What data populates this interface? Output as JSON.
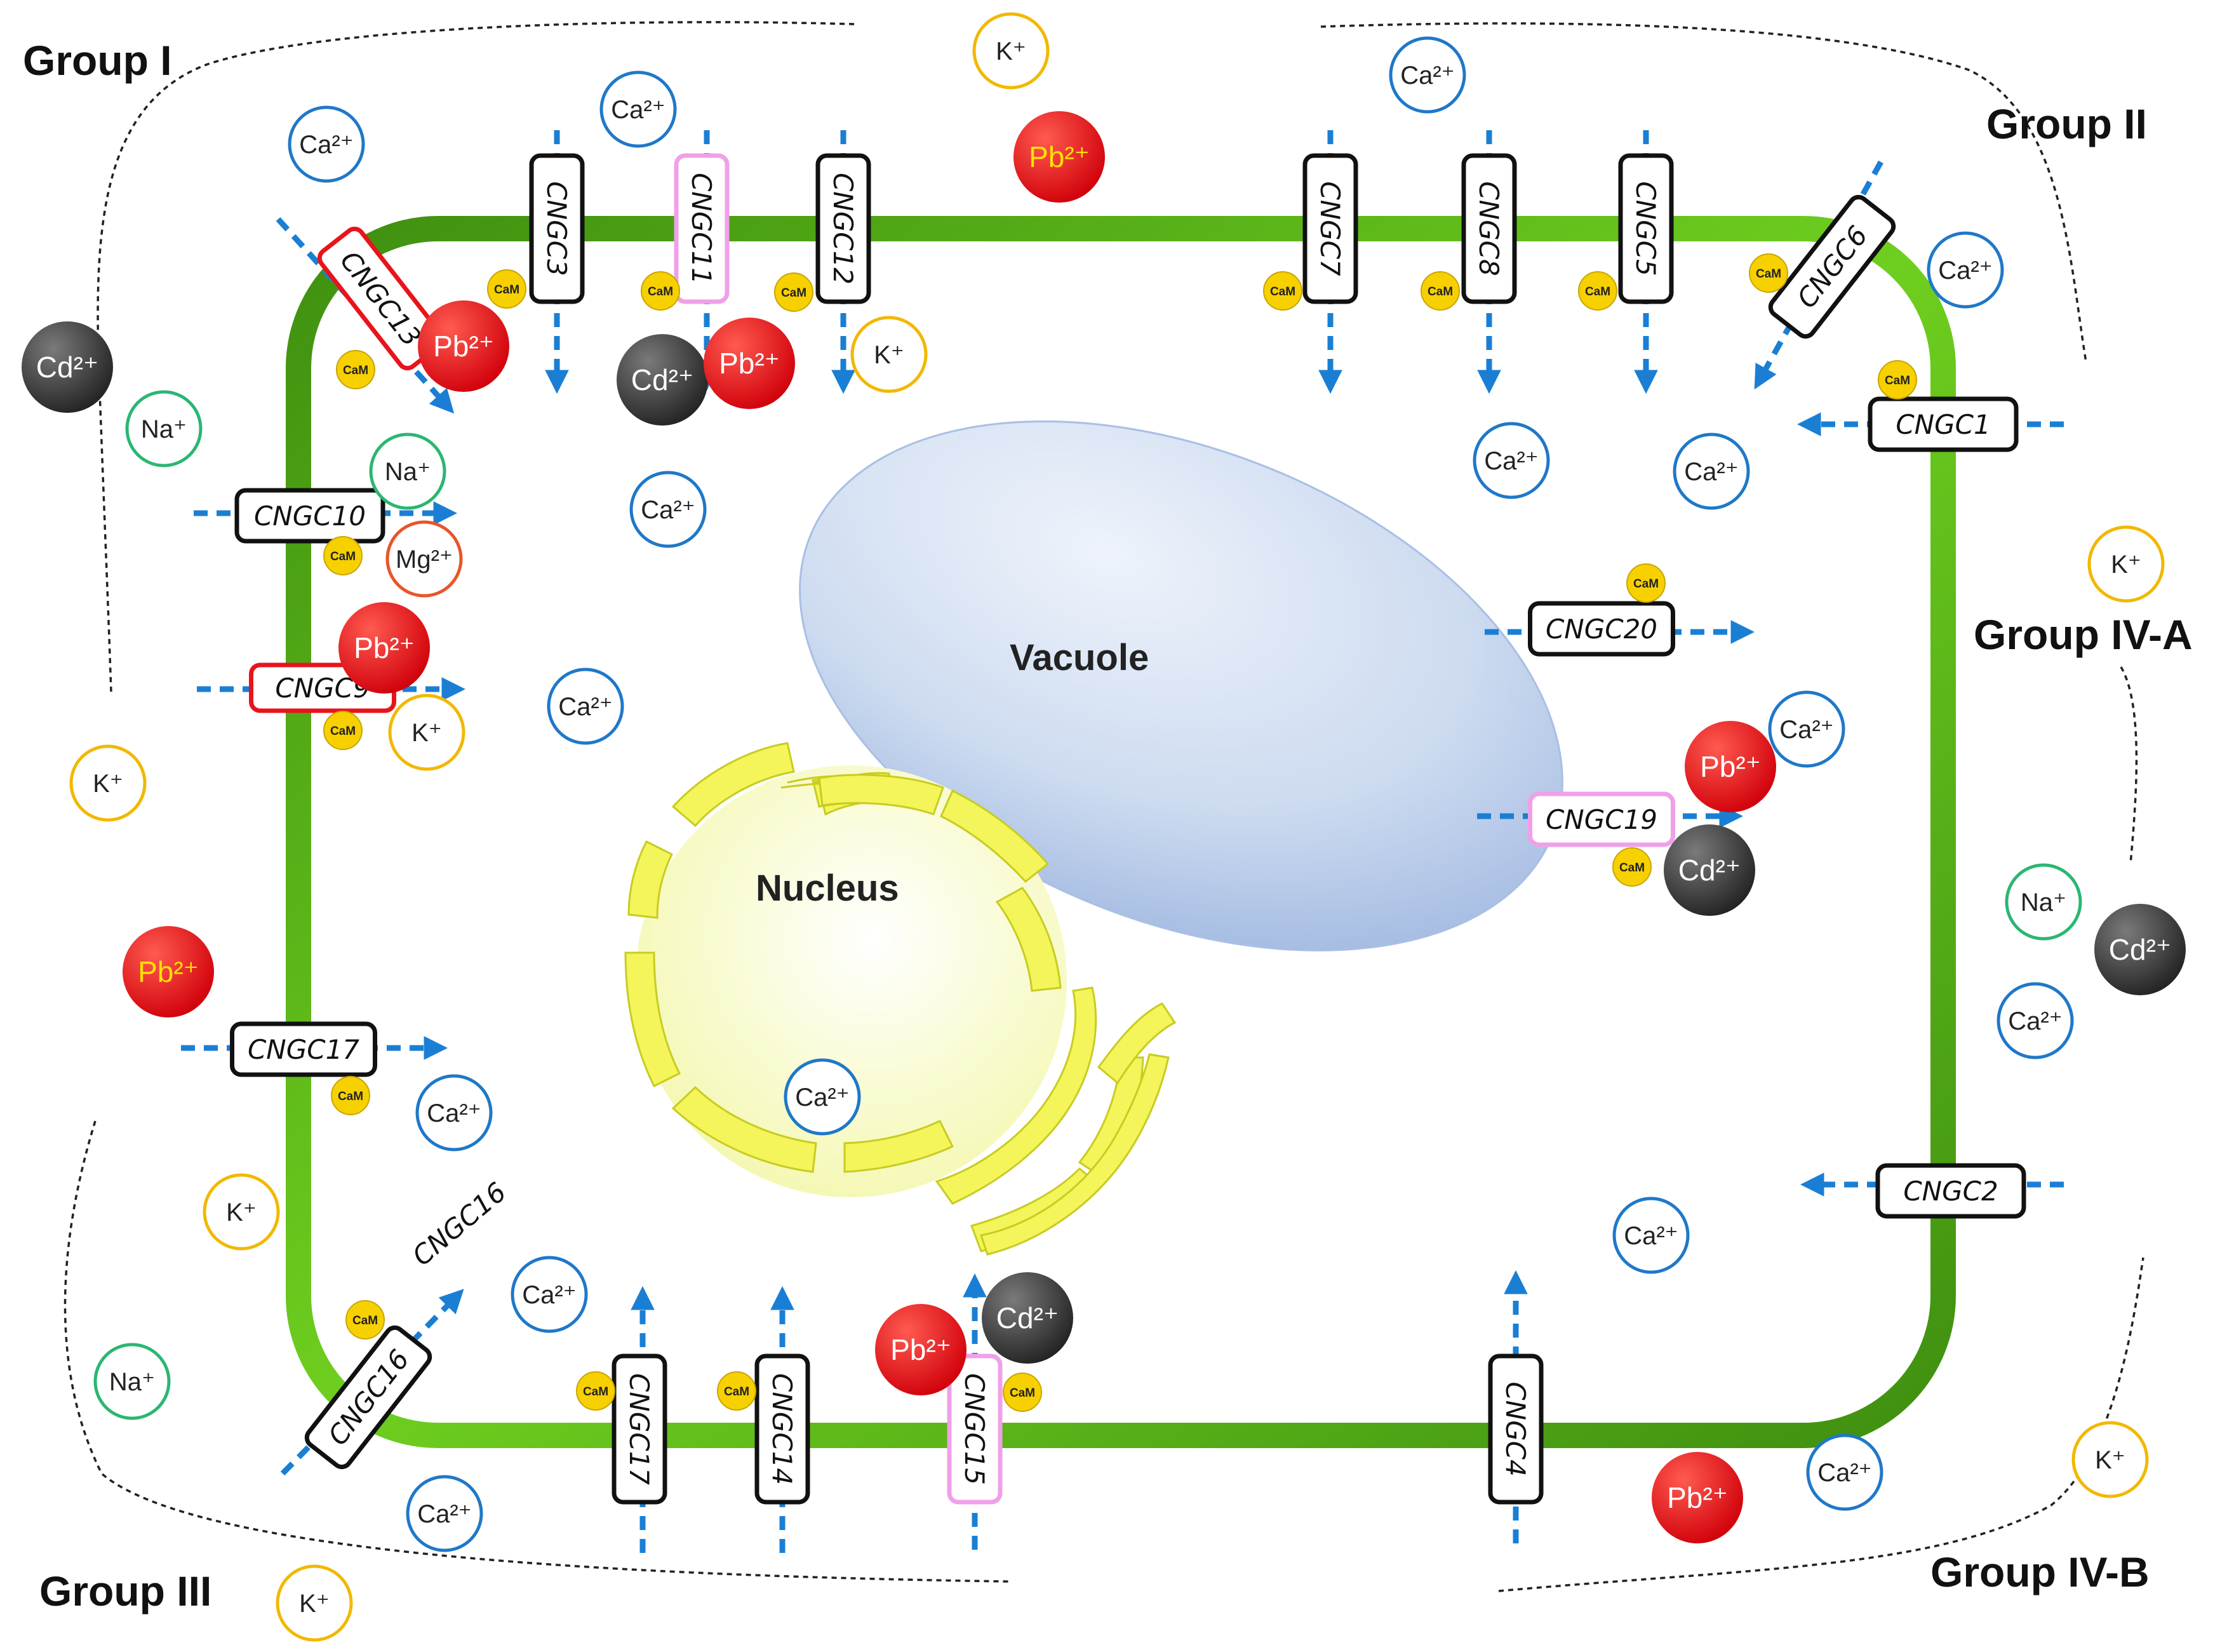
{
  "groups": [
    "Group I",
    "Group II",
    "Group IV-A",
    "Group III",
    "Group IV-B"
  ],
  "organelles": {
    "vacuole": "Vacuole",
    "nucleus": "Nucleus"
  },
  "channels": [
    "CNGC3",
    "CNGC11",
    "CNGC12",
    "CNGC7",
    "CNGC8",
    "CNGC5",
    "CNGC6",
    "CNGC13",
    "CNGC10",
    "CNGC1",
    "CNGC9",
    "CNGC20",
    "CNGC19",
    "CNGC17",
    "CNGC2",
    "CNGC16",
    "CNGC17",
    "CNGC14",
    "CNGC15",
    "CNGC4"
  ],
  "calmodulin_label": "CaM",
  "ions": {
    "ca": "Ca²⁺",
    "k": "K⁺",
    "na": "Na⁺",
    "mg": "Mg²⁺",
    "pb": "Pb²⁺",
    "cd": "Cd²⁺"
  },
  "colors": {
    "membrane": "#5bb51a",
    "ca": "#1f78c8",
    "k": "#f2b800",
    "na": "#2bb673",
    "mg": "#e8552a",
    "pb": "#e8141c",
    "cd": "#333333",
    "cam": "#f7d000",
    "arrow": "#1a7fd4",
    "highlight_red": "#e8141c",
    "highlight_pink": "#f0a0e8"
  }
}
